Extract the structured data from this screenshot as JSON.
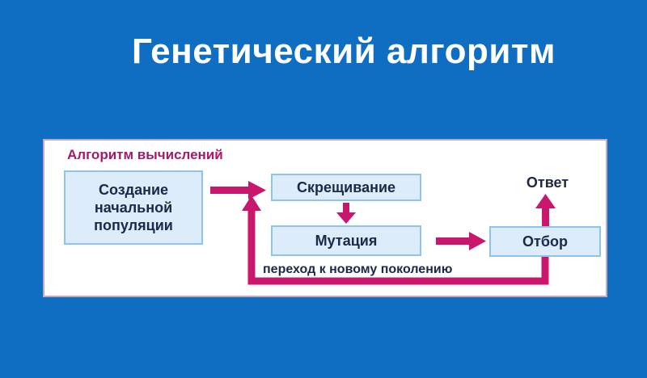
{
  "slide": {
    "title": "Генетический алгоритм"
  },
  "diagram": {
    "heading": "Алгоритм вычислений",
    "nodes": {
      "create": "Создание начальной популяции",
      "crossover": "Скрещивание",
      "mutation": "Мутация",
      "selection": "Отбор",
      "answer": "Ответ"
    },
    "loop_label": "переход к новому поколению"
  },
  "colors": {
    "background": "#0f6ec1",
    "arrow": "#c8176c",
    "box_fill": "#dcecfb",
    "box_border": "#8ec4ec",
    "heading": "#a51a68"
  }
}
